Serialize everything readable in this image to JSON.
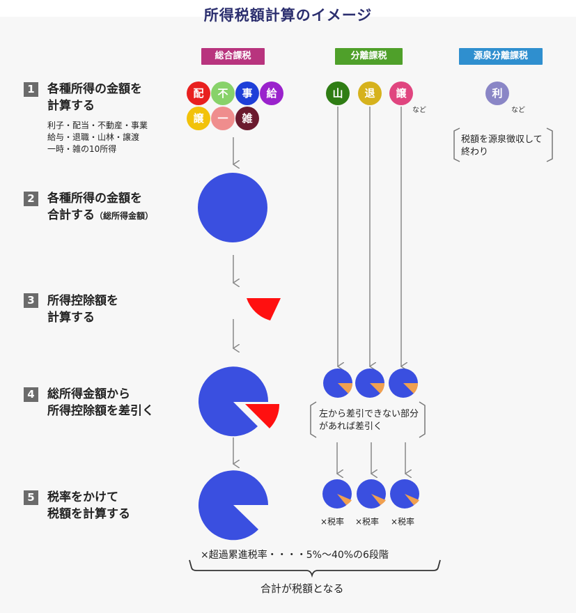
{
  "title": "所得税額計算のイメージ",
  "columns": {
    "sogo": {
      "label": "総合課税",
      "color": "#b8347e"
    },
    "bunri": {
      "label": "分離課税",
      "color": "#4fa02a"
    },
    "gensen": {
      "label": "源泉分離課税",
      "color": "#2f8fcf"
    }
  },
  "steps": [
    {
      "num": "1",
      "line1": "各種所得の金額を",
      "line2": "計算する"
    },
    {
      "num": "2",
      "line1": "各種所得の金額を",
      "line2": "合計する",
      "note": "（総所得金額）"
    },
    {
      "num": "3",
      "line1": "所得控除額を",
      "line2": "計算する"
    },
    {
      "num": "4",
      "line1": "総所得金額から",
      "line2": "所得控除額を差引く"
    },
    {
      "num": "5",
      "line1": "税率をかけて",
      "line2": "税額を計算する"
    }
  ],
  "step1_note": {
    "line1": "利子・配当・不動産・事業",
    "line2": "給与・退職・山林・譲渡",
    "line3": "一時・雑の10所得"
  },
  "sogo_badges": [
    {
      "label": "配",
      "color": "#e8201f"
    },
    {
      "label": "不",
      "color": "#88d26a"
    },
    {
      "label": "事",
      "color": "#1e3fd8"
    },
    {
      "label": "給",
      "color": "#9a22cc"
    },
    {
      "label": "譲",
      "color": "#f2c20a"
    },
    {
      "label": "一",
      "color": "#ef8d8d"
    },
    {
      "label": "雑",
      "color": "#6b1a2e"
    }
  ],
  "bunri_badges": [
    {
      "label": "山",
      "color": "#2f7d14"
    },
    {
      "label": "退",
      "color": "#d6b21d"
    },
    {
      "label": "譲",
      "color": "#e0457f"
    }
  ],
  "gensen_badge": {
    "label": "利",
    "color": "#8a86c6"
  },
  "nado": "など",
  "gensen_note": {
    "line1": "税額を源泉徴収して",
    "line2": "終わり"
  },
  "bunri_note": {
    "line1": "左から差引できない部分",
    "line2": "があれば差引く"
  },
  "rate_label": "×税率",
  "formula": "×超過累進税率・・・・5%～40%の6段階",
  "total": "合計が税額となる",
  "colors": {
    "pie_blue": "#3a4fe0",
    "deduction_red": "#ff1010",
    "slice_orange": "#f0a050",
    "step_gray": "#6b6b6b",
    "arrow_gray": "#888888"
  }
}
